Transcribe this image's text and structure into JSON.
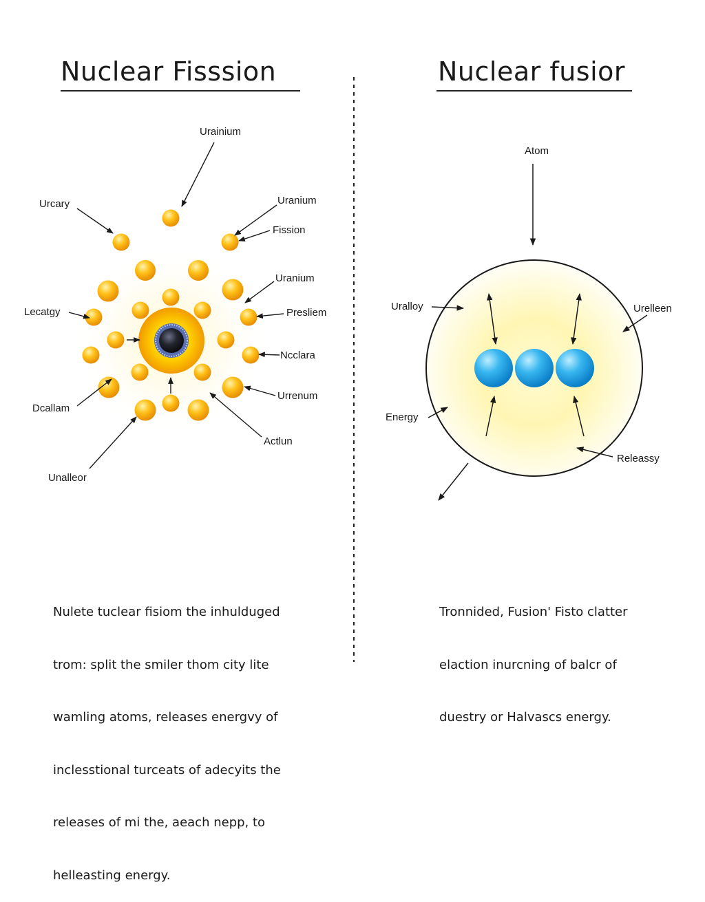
{
  "fission": {
    "title": "Nuclear Fisssion",
    "labels": {
      "top": "Urainium",
      "urcary": "Urcary",
      "uranium_1": "Uranium",
      "fission": "Fission",
      "uranium_2": "Uranium",
      "lecatgy": "Lecatgy",
      "presliem": "Presliem",
      "nccla": "Ncclara",
      "dcallam": "Dcallam",
      "urrenum": "Urrenum",
      "actlun": "Actlun",
      "unalleor": "Unalleor"
    },
    "caption_lines": [
      "Nulete tuclear fisiom the inhulduged",
      "trom: split the smiler thom city lite",
      "wamling atoms, releases energvy of",
      "inclesstional turceats of adecyits the",
      "releases of mi the, aeach nepp, to",
      "helleasting energy."
    ],
    "colors": {
      "particle": "#f5a800",
      "core_glow": "#ffdd33",
      "nucleus": "#222222",
      "nucleus_ring": "#5a6fb0"
    }
  },
  "fusion": {
    "title": "Nuclear fusior",
    "labels": {
      "atom": "Atom",
      "uralloy": "Uralloy",
      "urelleen": "Urelleen",
      "energy": "Energy",
      "releassy": "Releassy"
    },
    "caption_lines": [
      "Tronnided, Fusion' Fisto clatter",
      "elaction inurcning of balcr of",
      "duestry or Halvascs energy."
    ],
    "colors": {
      "nucleon": "#2aa7e8",
      "glow": "#fff4a8",
      "ring": "#222222"
    }
  }
}
